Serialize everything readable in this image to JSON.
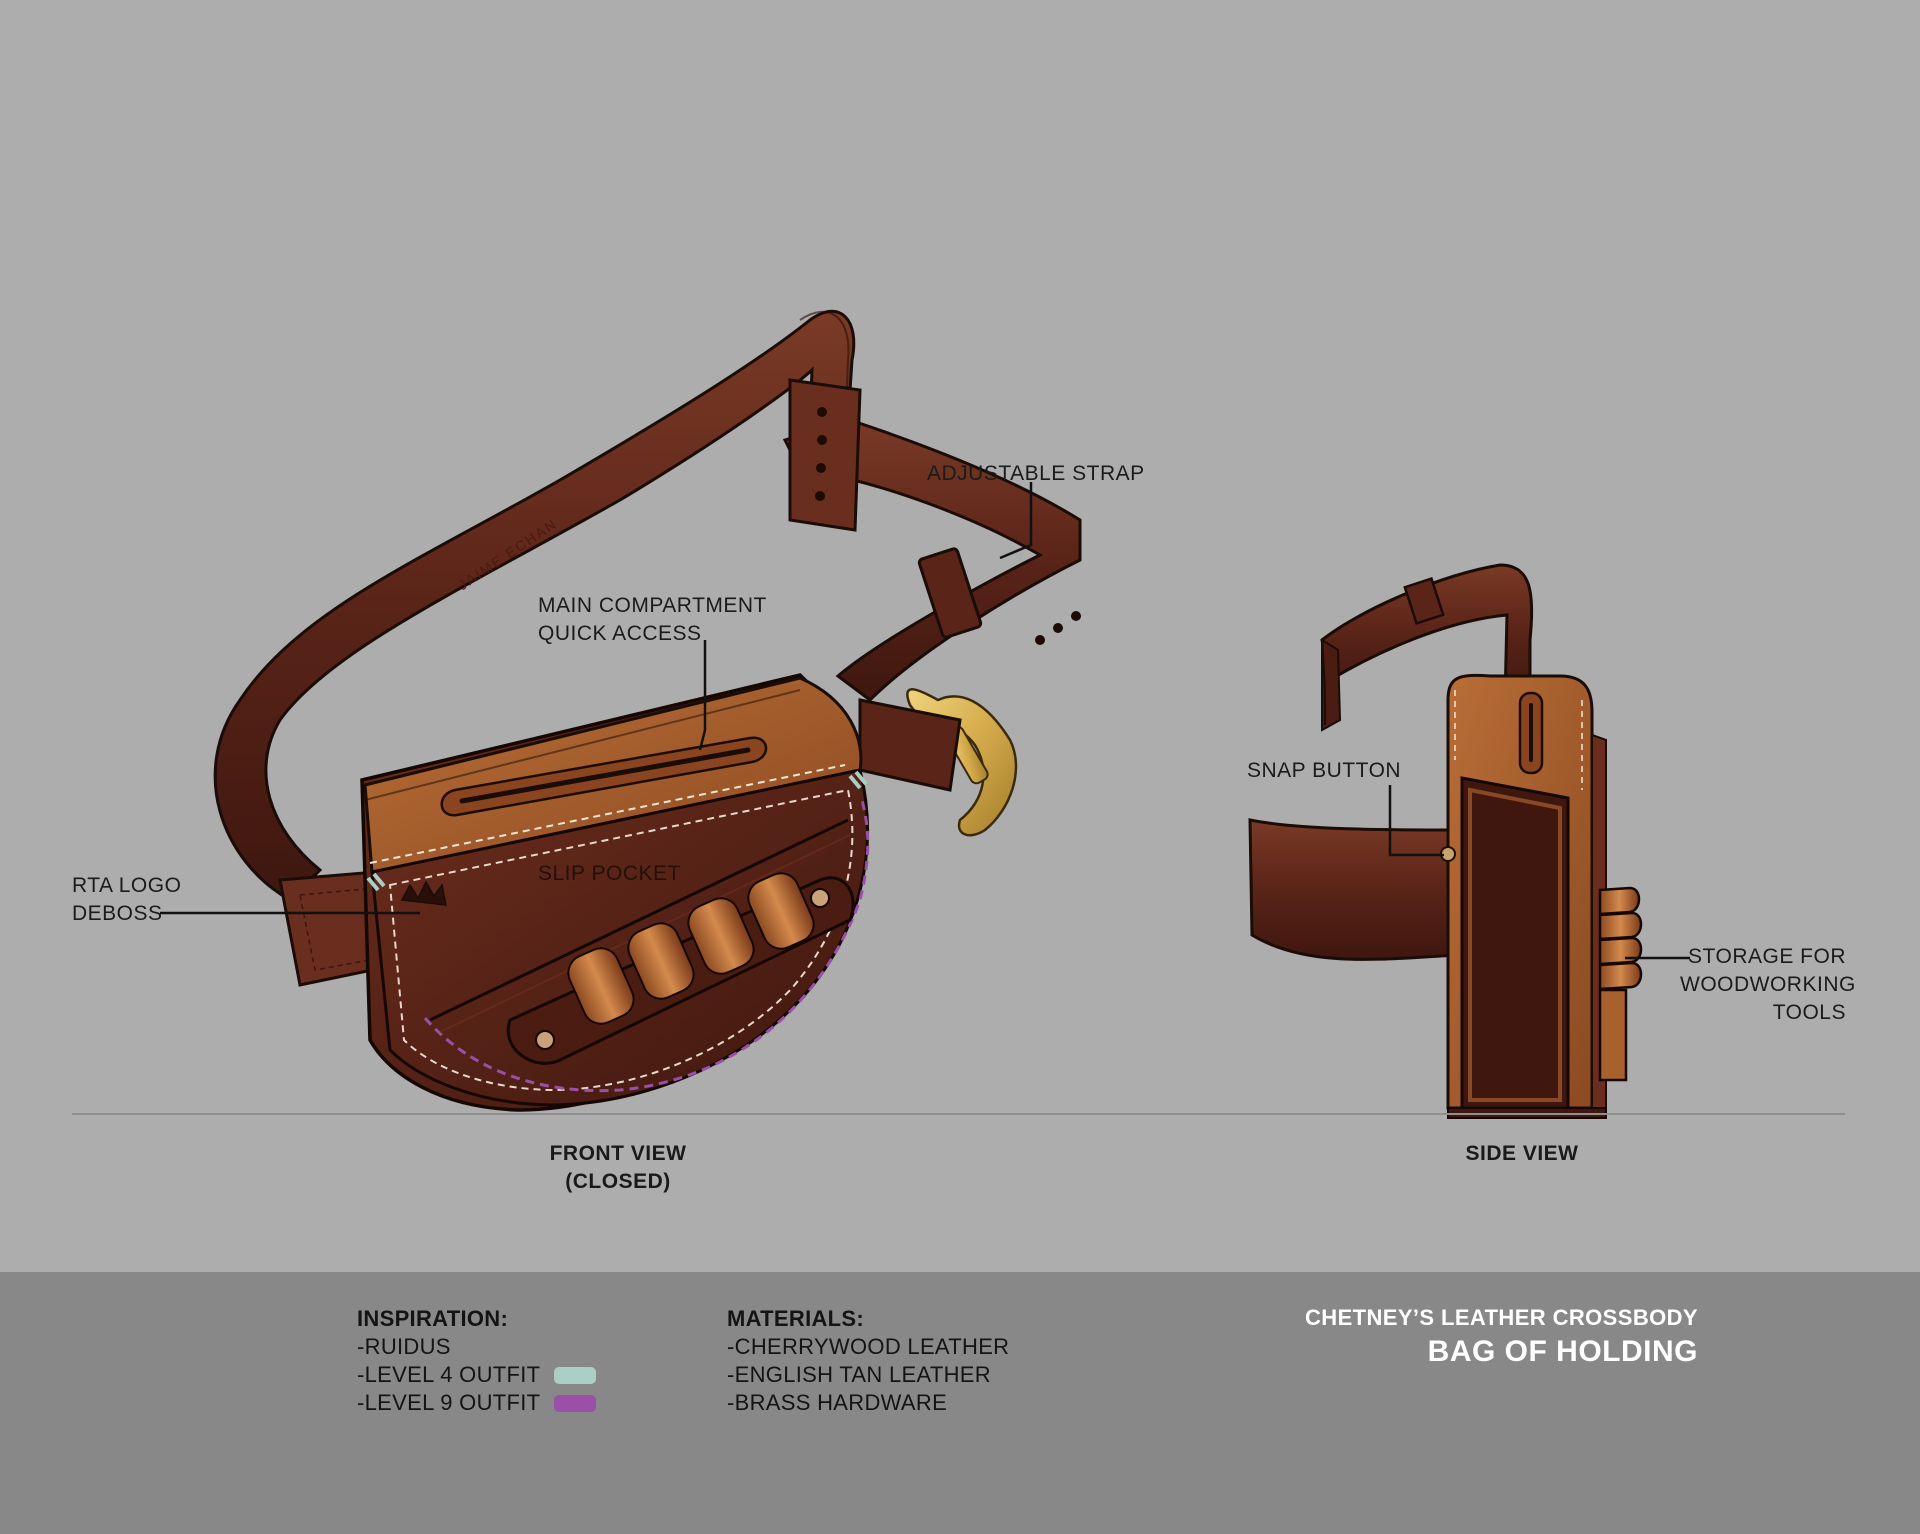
{
  "callouts": {
    "adjustable_strap": "ADJUSTABLE STRAP",
    "main_compartment": [
      "MAIN COMPARTMENT",
      "QUICK ACCESS"
    ],
    "slip_pocket": "SLIP POCKET",
    "rta_logo": [
      "RTA LOGO",
      "DEBOSS"
    ],
    "snap_button": "SNAP BUTTON",
    "storage": [
      "STORAGE FOR",
      "WOODWORKING",
      "TOOLS"
    ],
    "strap_deboss": "JAIME ECHAN"
  },
  "views": {
    "front": [
      "FRONT VIEW",
      "(CLOSED)"
    ],
    "side": "SIDE VIEW"
  },
  "inspiration": {
    "heading": "INSPIRATION:",
    "items": [
      "-RUIDUS",
      "-LEVEL 4 OUTFIT",
      "-LEVEL 9 OUTFIT"
    ],
    "level4_color": "#a9cfc6",
    "level9_color": "#9a4fa8"
  },
  "materials": {
    "heading": "MATERIALS:",
    "items": [
      "-CHERRYWOOD LEATHER",
      "-ENGLISH TAN LEATHER",
      "-BRASS HARDWARE"
    ]
  },
  "title_block": {
    "subtitle": "CHETNEY’S LEATHER CROSSBODY",
    "title": "BAG OF HOLDING"
  },
  "colors": {
    "background": "#adadad",
    "footer": "#888888",
    "cherrywood": "#5a2418",
    "english_tan": "#a8602d",
    "brass": "#d4aa4a"
  }
}
